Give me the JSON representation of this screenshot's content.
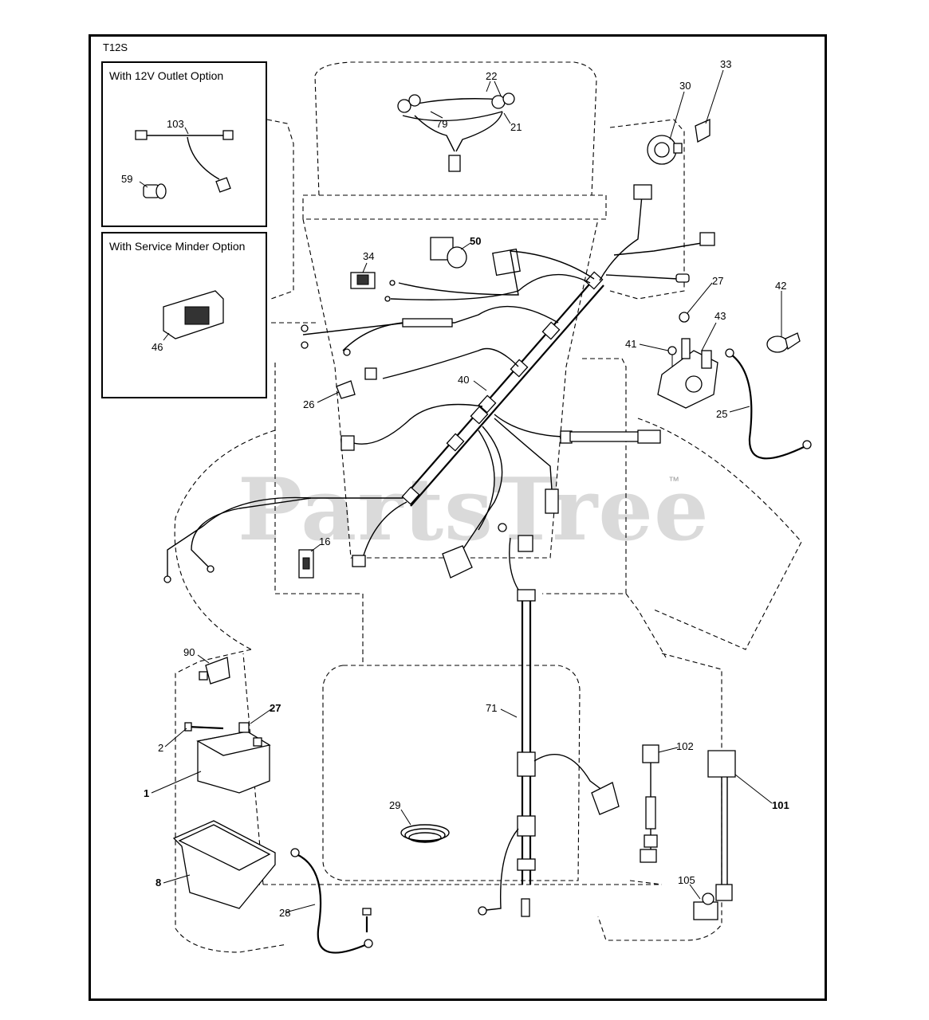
{
  "page_code": "T12S",
  "insets": [
    {
      "title": "With 12V Outlet Option"
    },
    {
      "title": "With Service Minder Option"
    }
  ],
  "watermark": {
    "text": "PartsTree",
    "tm": "™"
  },
  "callouts": [
    {
      "id": "103",
      "text": "103"
    },
    {
      "id": "59",
      "text": "59"
    },
    {
      "id": "46",
      "text": "46"
    },
    {
      "id": "22",
      "text": "22"
    },
    {
      "id": "79",
      "text": "79"
    },
    {
      "id": "21",
      "text": "21"
    },
    {
      "id": "30",
      "text": "30"
    },
    {
      "id": "33",
      "text": "33"
    },
    {
      "id": "50",
      "text": "50"
    },
    {
      "id": "34",
      "text": "34"
    },
    {
      "id": "27a",
      "text": "27"
    },
    {
      "id": "42",
      "text": "42"
    },
    {
      "id": "43",
      "text": "43"
    },
    {
      "id": "41",
      "text": "41"
    },
    {
      "id": "25",
      "text": "25"
    },
    {
      "id": "40",
      "text": "40"
    },
    {
      "id": "26",
      "text": "26"
    },
    {
      "id": "16",
      "text": "16"
    },
    {
      "id": "90",
      "text": "90"
    },
    {
      "id": "27b",
      "text": "27"
    },
    {
      "id": "2",
      "text": "2"
    },
    {
      "id": "1",
      "text": "1"
    },
    {
      "id": "71",
      "text": "71"
    },
    {
      "id": "102",
      "text": "102"
    },
    {
      "id": "101",
      "text": "101"
    },
    {
      "id": "29",
      "text": "29"
    },
    {
      "id": "8",
      "text": "8"
    },
    {
      "id": "28",
      "text": "28"
    },
    {
      "id": "105",
      "text": "105"
    }
  ]
}
